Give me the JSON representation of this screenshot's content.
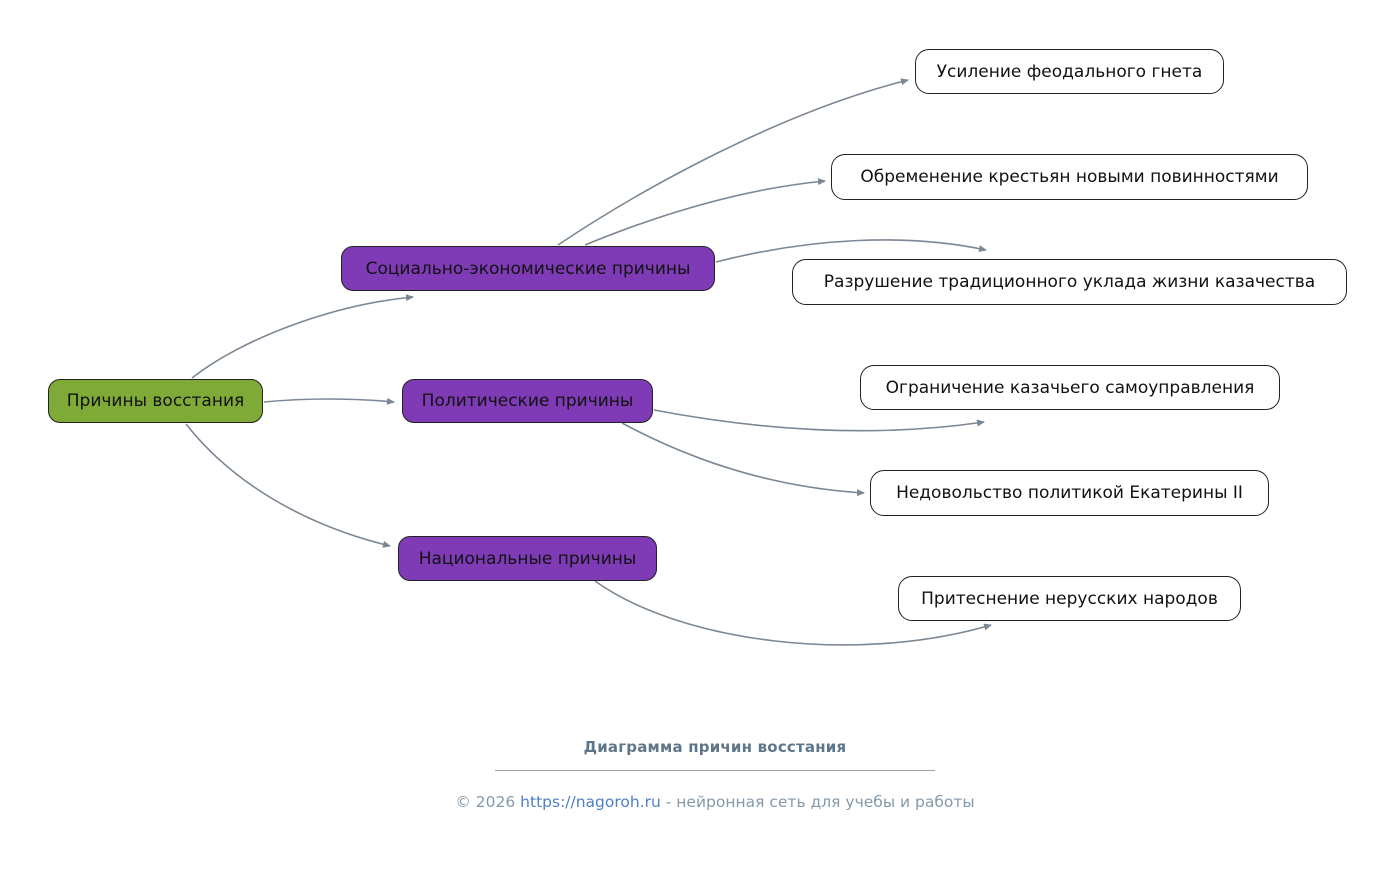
{
  "diagram": {
    "root": {
      "label": "Причины восстания"
    },
    "branches": [
      {
        "label": "Социально-экономические причины",
        "children": [
          {
            "label": "Усиление феодального гнета"
          },
          {
            "label": "Обременение крестьян новыми повинностями"
          },
          {
            "label": "Разрушение традиционного уклада жизни казачества"
          }
        ]
      },
      {
        "label": "Политические причины",
        "children": [
          {
            "label": "Ограничение казачьего самоуправления"
          },
          {
            "label": "Недовольство политикой Екатерины II"
          }
        ]
      },
      {
        "label": "Национальные причины",
        "children": [
          {
            "label": "Притеснение нерусских народов"
          }
        ]
      }
    ]
  },
  "colors": {
    "root_fill": "#7faa38",
    "branch_fill": "#7e3bb5",
    "leaf_fill": "#ffffff",
    "node_border": "#222222",
    "edge": "#7b8794",
    "caption_text": "#5d7689",
    "copyright_text": "#8599ab",
    "link_text": "#4e80c4"
  },
  "footer": {
    "caption": "Диаграмма причин восстания",
    "copyright_prefix": "© 2026 ",
    "link": "https://nagoroh.ru",
    "copyright_suffix": " - нейронная сеть для учебы и работы"
  }
}
